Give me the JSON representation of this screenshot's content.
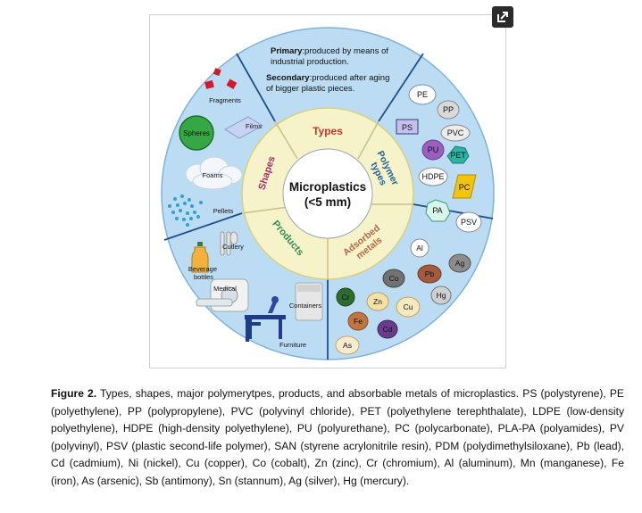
{
  "center": {
    "line1": "Microplastics",
    "line2": "(<5 mm)"
  },
  "ring_labels": {
    "types": "Types",
    "polymer_line1": "Polymer",
    "polymer_line2": "types",
    "adsorbed_line1": "Adsorbed",
    "adsorbed_line2": "metals",
    "products": "Products",
    "shapes": "Shapes"
  },
  "types_panel": {
    "primary_bold": "Primary",
    "primary_rest": ":produced by means of",
    "primary_line2": "industrial production.",
    "secondary_bold": "Secondary",
    "secondary_rest": ":produced after aging",
    "secondary_line2": "of bigger plastic pieces."
  },
  "polymers": [
    "PE",
    "PP",
    "PS",
    "PVC",
    "PU",
    "PET",
    "HDPE",
    "PC",
    "PA",
    "PSV"
  ],
  "metals": [
    "Al",
    "Ag",
    "Co",
    "Pb",
    "Hg",
    "Cr",
    "Zn",
    "Cu",
    "Fe",
    "Cd",
    "As"
  ],
  "products": [
    "Cutlery",
    "Beverage",
    "bottles",
    "Medical",
    "Containers",
    "Furniture"
  ],
  "shapes": [
    "Fragments",
    "Films",
    "Spheres",
    "Foams",
    "Pellets"
  ],
  "colors": {
    "outer_ring": "#bcdcf3",
    "outer_border": "#7fb2d9",
    "inner_ring": "#f6f2c9",
    "inner_border": "#d7cf83",
    "center": "#ffffff",
    "divider": "#1f4e8a",
    "types_label": "#c0392b",
    "polymer_label": "#1f5f99",
    "adsorbed_label": "#b5674a",
    "products_label": "#2e8b57",
    "shapes_label": "#a0336a"
  },
  "caption": {
    "label": "Figure 2.",
    "text": " Types, shapes, major polymerytpes, products, and absorbable metals of microplastics. PS (polystyrene), PE (polyethylene), PP (polypropylene), PVC (polyvinyl chloride), PET (polyethylene terephthalate), LDPE (low-density polyethylene), HDPE (high-density polyethylene), PU (polyurethane), PC (polycarbonate), PLA-PA (polyamides), PV (polyvinyl), PSV (plastic second-life polymer), SAN (styrene acrylonitrile resin), PDM (polydimethylsiloxane), Pb (lead), Cd (cadmium), Ni (nickel), Cu (copper), Co (cobalt), Zn (zinc), Cr (chromium), Al (aluminum), Mn (manganese), Fe (iron), As (arsenic), Sb (antimony), Sn (stannum), Ag (silver), Hg (mercury)."
  }
}
